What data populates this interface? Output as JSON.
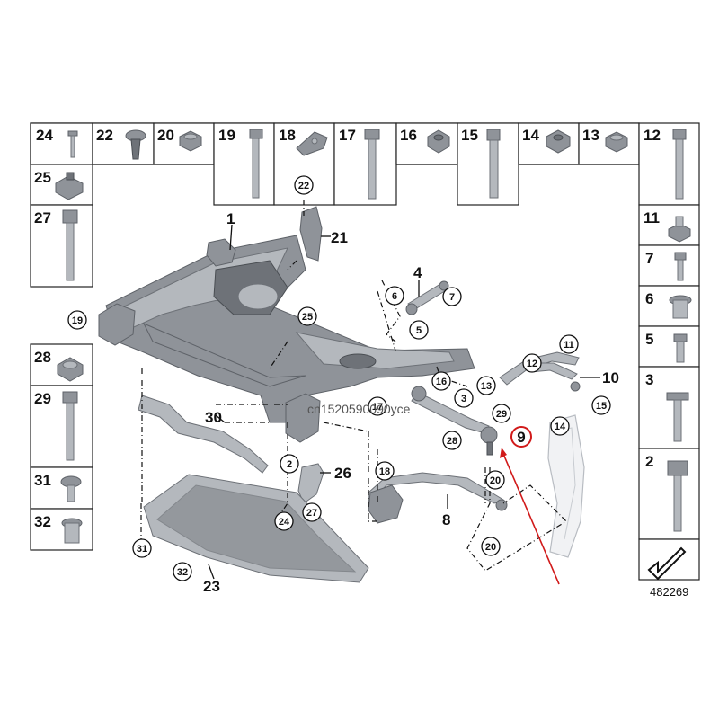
{
  "top_boxes": [
    {
      "id": "box-24",
      "label": "24",
      "icon": "screw-icon"
    },
    {
      "id": "box-22",
      "label": "22",
      "icon": "expansion-rivet-icon"
    },
    {
      "id": "box-20",
      "label": "20",
      "icon": "collar-nut-icon"
    },
    {
      "id": "box-19",
      "label": "19",
      "icon": "long-bolt-icon"
    },
    {
      "id": "box-18",
      "label": "18",
      "icon": "bracket-clip-icon"
    },
    {
      "id": "box-17",
      "label": "17",
      "icon": "long-bolt-icon"
    },
    {
      "id": "box-16",
      "label": "16",
      "icon": "hex-nut-icon"
    },
    {
      "id": "box-15",
      "label": "15",
      "icon": "eccentric-bolt-icon"
    },
    {
      "id": "box-14",
      "label": "14",
      "icon": "hex-nut-icon"
    },
    {
      "id": "box-13",
      "label": "13",
      "icon": "collar-nut-icon"
    },
    {
      "id": "box-12",
      "label": "12",
      "icon": "long-bolt-icon"
    }
  ],
  "left_boxes": [
    {
      "id": "box-25",
      "label": "25",
      "icon": "speed-nut-icon"
    },
    {
      "id": "box-27",
      "label": "27",
      "icon": "long-bolt-icon"
    },
    {
      "id": "box-28",
      "label": "28",
      "icon": "collar-nut-icon"
    },
    {
      "id": "box-29",
      "label": "29",
      "icon": "long-bolt-icon"
    },
    {
      "id": "box-31",
      "label": "31",
      "icon": "short-screw-icon"
    },
    {
      "id": "box-32",
      "label": "32",
      "icon": "sleeve-nut-icon"
    }
  ],
  "right_boxes": [
    {
      "id": "box-11",
      "label": "11",
      "icon": "expansion-nut-icon"
    },
    {
      "id": "box-7",
      "label": "7",
      "icon": "short-screw-icon"
    },
    {
      "id": "box-6",
      "label": "6",
      "icon": "sleeve-nut-icon"
    },
    {
      "id": "box-5",
      "label": "5",
      "icon": "short-screw-icon"
    },
    {
      "id": "box-3",
      "label": "3",
      "icon": "long-bolt-icon"
    },
    {
      "id": "box-2",
      "label": "2",
      "icon": "long-bolt-icon"
    }
  ],
  "callouts": {
    "c1": "1",
    "c2": "2",
    "c3": "3",
    "c4": "4",
    "c5": "5",
    "c6": "6",
    "c7": "7",
    "c8": "8",
    "c9": "9",
    "c10": "10",
    "c11": "11",
    "c12": "12",
    "c13": "13",
    "c14": "14",
    "c15": "15",
    "c16": "16",
    "c17": "17",
    "c18": "18",
    "c19": "19",
    "c20a": "20",
    "c20b": "20",
    "c21": "21",
    "c22": "22",
    "c23": "23",
    "c24": "24",
    "c25": "25",
    "c26": "26",
    "c27": "27",
    "c28": "28",
    "c29": "29",
    "c30": "30",
    "c31": "31",
    "c32": "32"
  },
  "highlight": {
    "label": "9",
    "color": "#d11a1a"
  },
  "watermark": "cn1520590090yce",
  "diagram_number": "482269",
  "colors": {
    "part": "#8f9399",
    "highlight": "#d11a1a"
  }
}
